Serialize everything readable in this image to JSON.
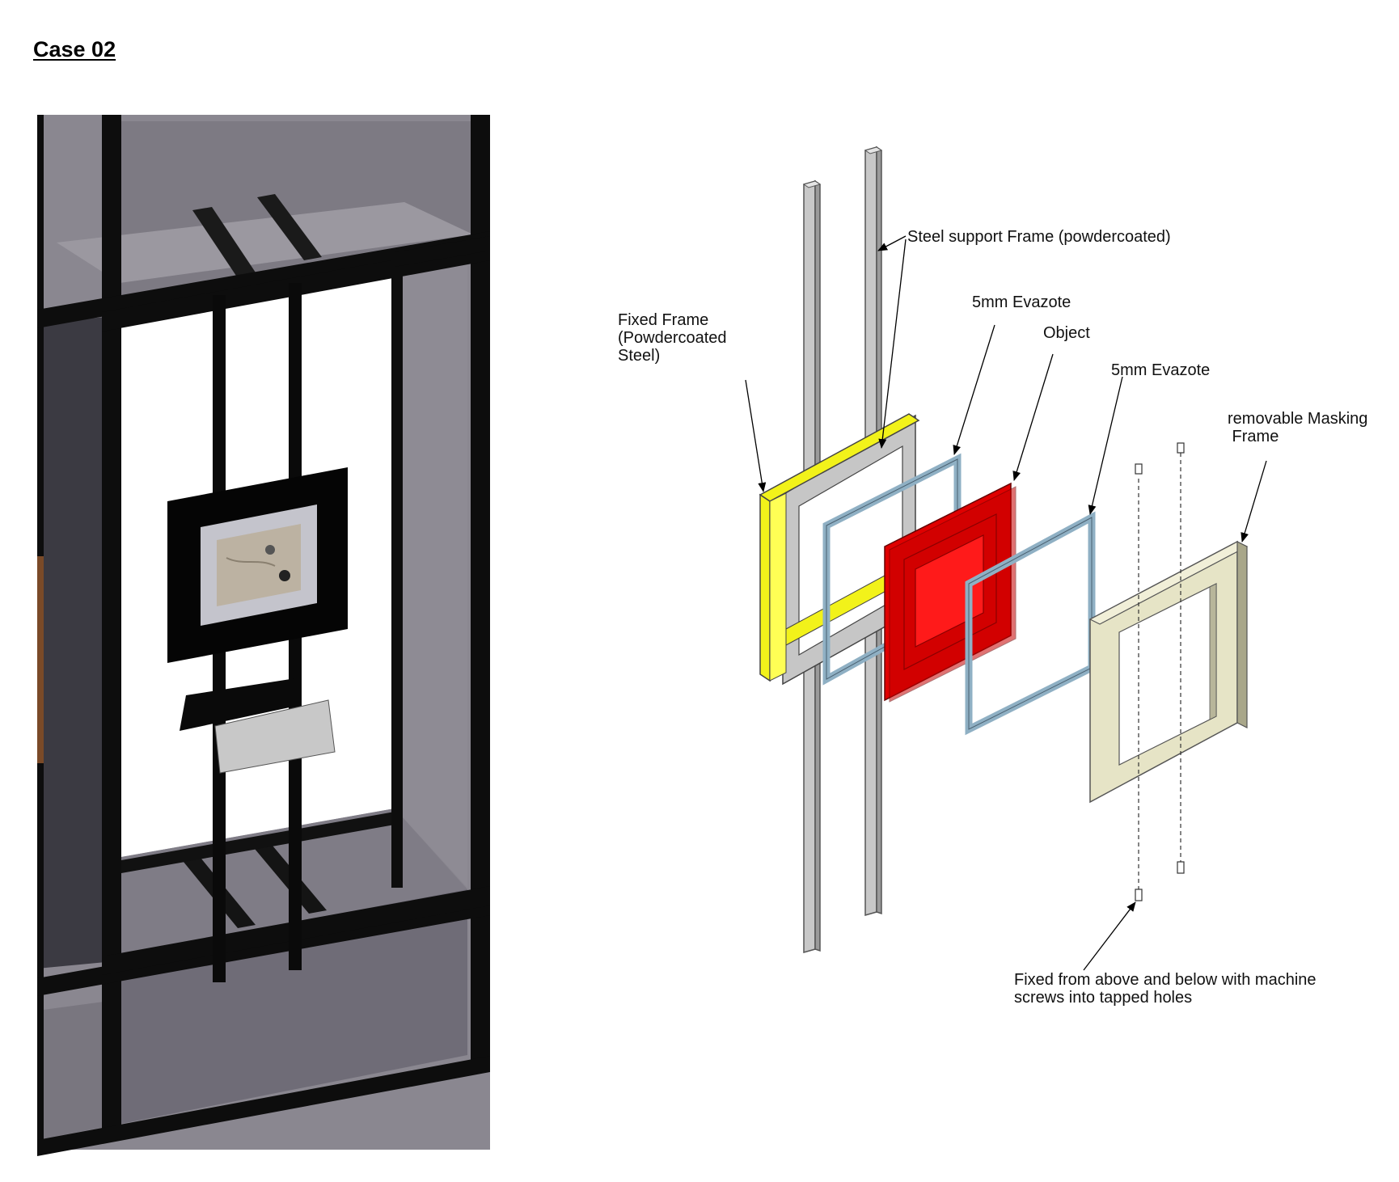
{
  "page": {
    "title": "Case 02"
  },
  "labels": {
    "steel_support": "Steel  support  Frame (powdercoated)",
    "fixed_frame": [
      "Fixed  Frame",
      "(Powdercoated",
      "Steel)"
    ],
    "evazote_1": "5mm Evazote",
    "object": "Object",
    "evazote_2": "5mm Evazote",
    "masking_frame": [
      "removable Masking",
      " Frame"
    ],
    "screws": [
      "Fixed from above and below with machine",
      "screws into tapped holes"
    ]
  },
  "colors": {
    "case_glass": "#8a8790",
    "case_frame": "#0d0d0d",
    "fixed_frame": "#f2f21a",
    "evazote": "#8fb0c4",
    "object": "#e00000",
    "masking_frame": "#e6e4c6",
    "steel_post": "#c8c8c8"
  }
}
